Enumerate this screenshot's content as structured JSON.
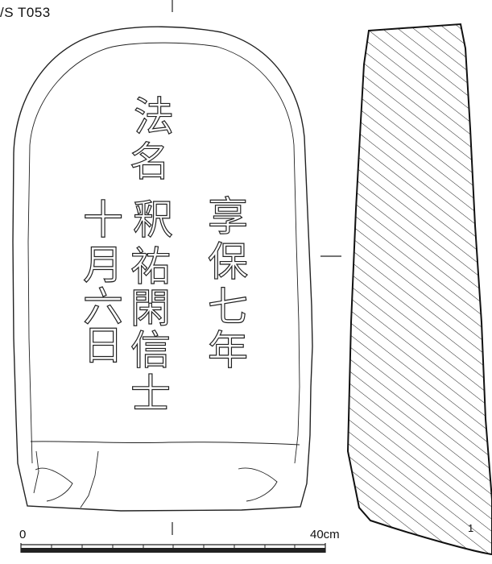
{
  "figure": {
    "site_code": "/S T053",
    "figure_number": "1"
  },
  "scale": {
    "zero_label": "0",
    "max_label": "40cm"
  },
  "inscription": {
    "right_column": "享保七年",
    "center_header": "法名",
    "center_name": "釈祐閑信士",
    "left_column": "十月六日"
  },
  "colors": {
    "line": "#222222",
    "background": "#ffffff"
  }
}
